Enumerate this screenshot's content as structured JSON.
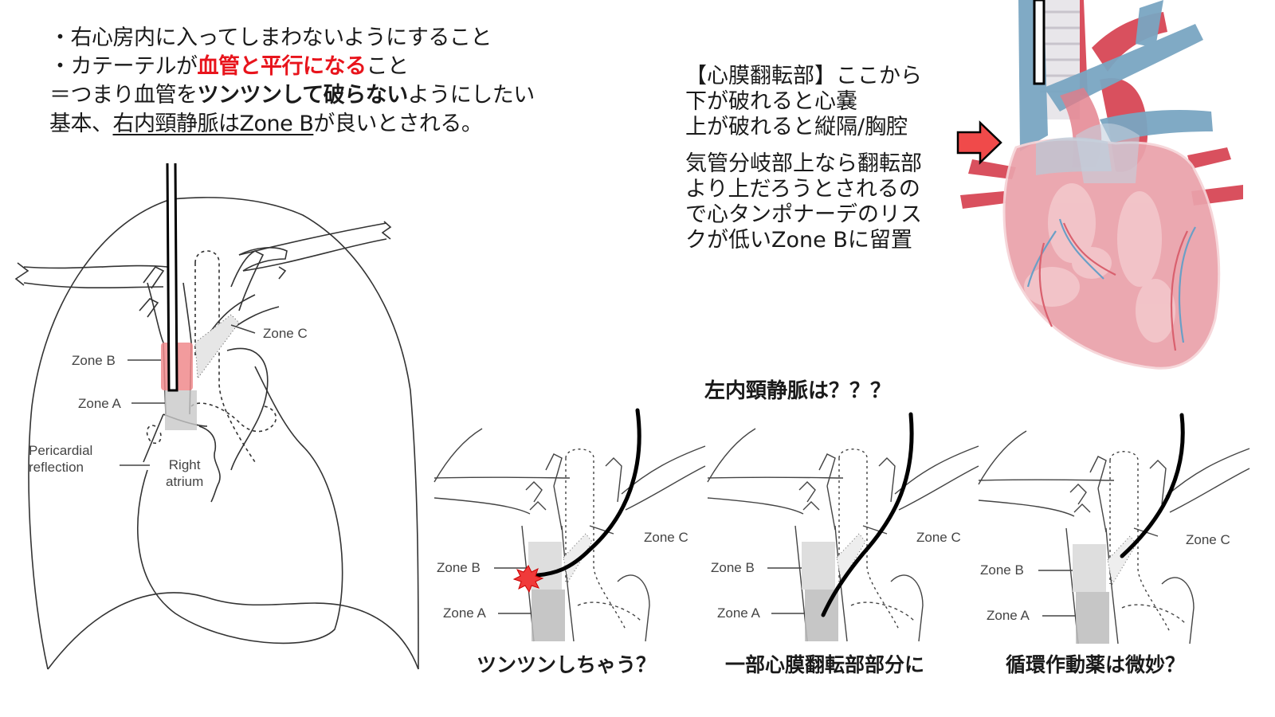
{
  "notes": {
    "line1": "・右心房内に入ってしまわないようにすること",
    "line2_prefix": "・カテーテルが",
    "line2_highlight": "血管と平行になる",
    "line2_suffix": "こと",
    "line3_prefix": "＝つまり血管を",
    "line3_bold": "ツンツンして破らない",
    "line3_suffix": "ようにしたい",
    "line4_prefix": "基本、",
    "line4_underlined": "右内頸静脈はZone B",
    "line4_suffix": "が良いとされる。"
  },
  "side_note": {
    "para1": [
      "【心膜翻転部】ここから",
      "下が破れると心嚢",
      "上が破れると縦隔/胸腔"
    ],
    "para2": [
      "気管分岐部上なら翻転部",
      "より上だろうとされるの",
      "で心タンポナーデのリス",
      "クが低いZone Bに留置"
    ]
  },
  "main_diagram": {
    "labels": {
      "zone_b": "Zone B",
      "zone_a": "Zone A",
      "zone_c": "Zone C",
      "pericardial_reflection_1": "Pericardial",
      "pericardial_reflection_2": "reflection",
      "right_atrium_1": "Right",
      "right_atrium_2": "atrium"
    },
    "highlight_color": "#f08a8c"
  },
  "left_ijv_question": "左内頸静脈は？？？",
  "panels": [
    {
      "caption": "ツンツンしちゃう？",
      "zone_b": "Zone B",
      "zone_a": "Zone A",
      "zone_c": "Zone C"
    },
    {
      "caption": "一部心膜翻転部部分に",
      "zone_b": "Zone B",
      "zone_a": "Zone A",
      "zone_c": "Zone C"
    },
    {
      "caption": "循環作動薬は微妙？",
      "zone_b": "Zone B",
      "zone_a": "Zone A",
      "zone_c": "Zone C"
    }
  ],
  "colors": {
    "accent_red": "#e8141c",
    "arrow_red": "#f04a4a",
    "vein_blue": "#7aa6c2",
    "artery_red": "#d9505e",
    "heart_pink": "#eaa2ab"
  }
}
